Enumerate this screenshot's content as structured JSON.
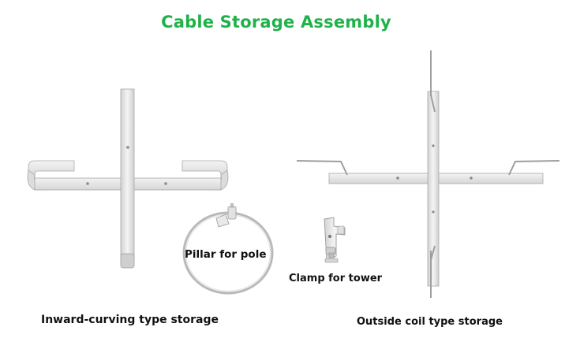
{
  "title": "Cable Storage Assembly",
  "products": {
    "inward": {
      "label": "Inward-curving type storage"
    },
    "outside": {
      "label": "Outside coil type storage"
    },
    "pillar": {
      "label": "Pillar for pole"
    },
    "clamp": {
      "label": "Clamp for tower"
    }
  },
  "colors": {
    "title": "#1fb24a",
    "metal": "#e6e6e6",
    "metal_edge": "#a8a8a8"
  }
}
